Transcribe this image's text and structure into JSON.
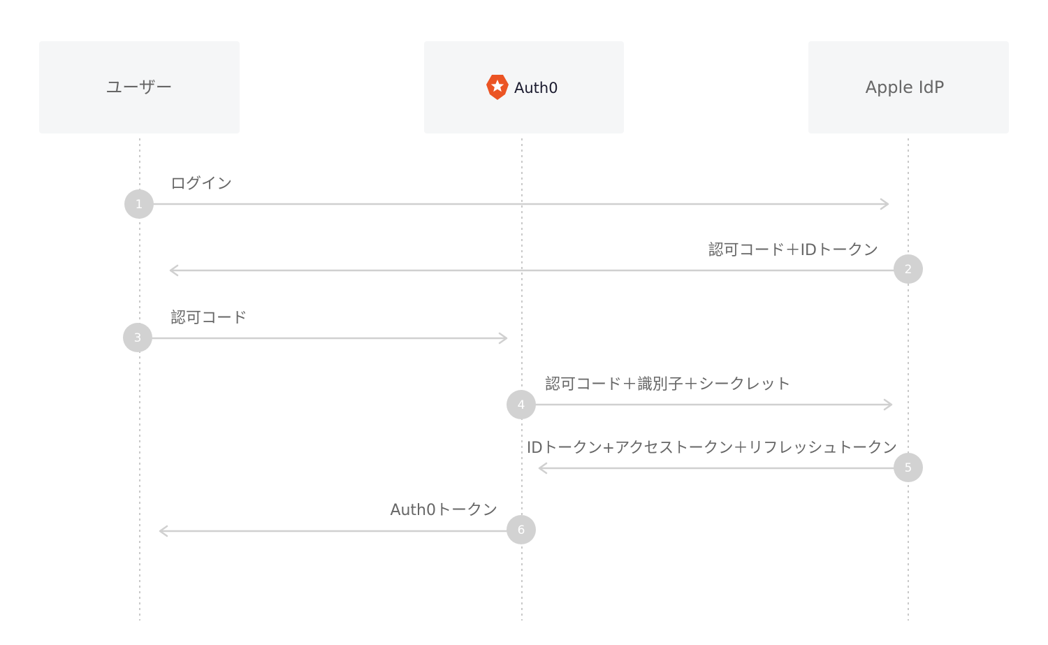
{
  "actors": [
    {
      "id": "user",
      "label": "ユーザー"
    },
    {
      "id": "auth0",
      "label": "Auth0",
      "logo": "auth0-shield-icon",
      "logo_color": "#eb5424"
    },
    {
      "id": "apple",
      "label": "Apple IdP"
    }
  ],
  "messages": [
    {
      "step": "1",
      "from": "user",
      "to": "apple",
      "label": "ログイン"
    },
    {
      "step": "2",
      "from": "apple",
      "to": "user",
      "label": "認可コード＋IDトークン"
    },
    {
      "step": "3",
      "from": "user",
      "to": "auth0",
      "label": "認可コード"
    },
    {
      "step": "4",
      "from": "auth0",
      "to": "apple",
      "label": "認可コード＋識別子＋シークレット"
    },
    {
      "step": "5",
      "from": "apple",
      "to": "auth0",
      "label": "IDトークン+アクセストークン＋リフレッシュトークン"
    },
    {
      "step": "6",
      "from": "auth0",
      "to": "user",
      "label": "Auth0トークン"
    }
  ]
}
